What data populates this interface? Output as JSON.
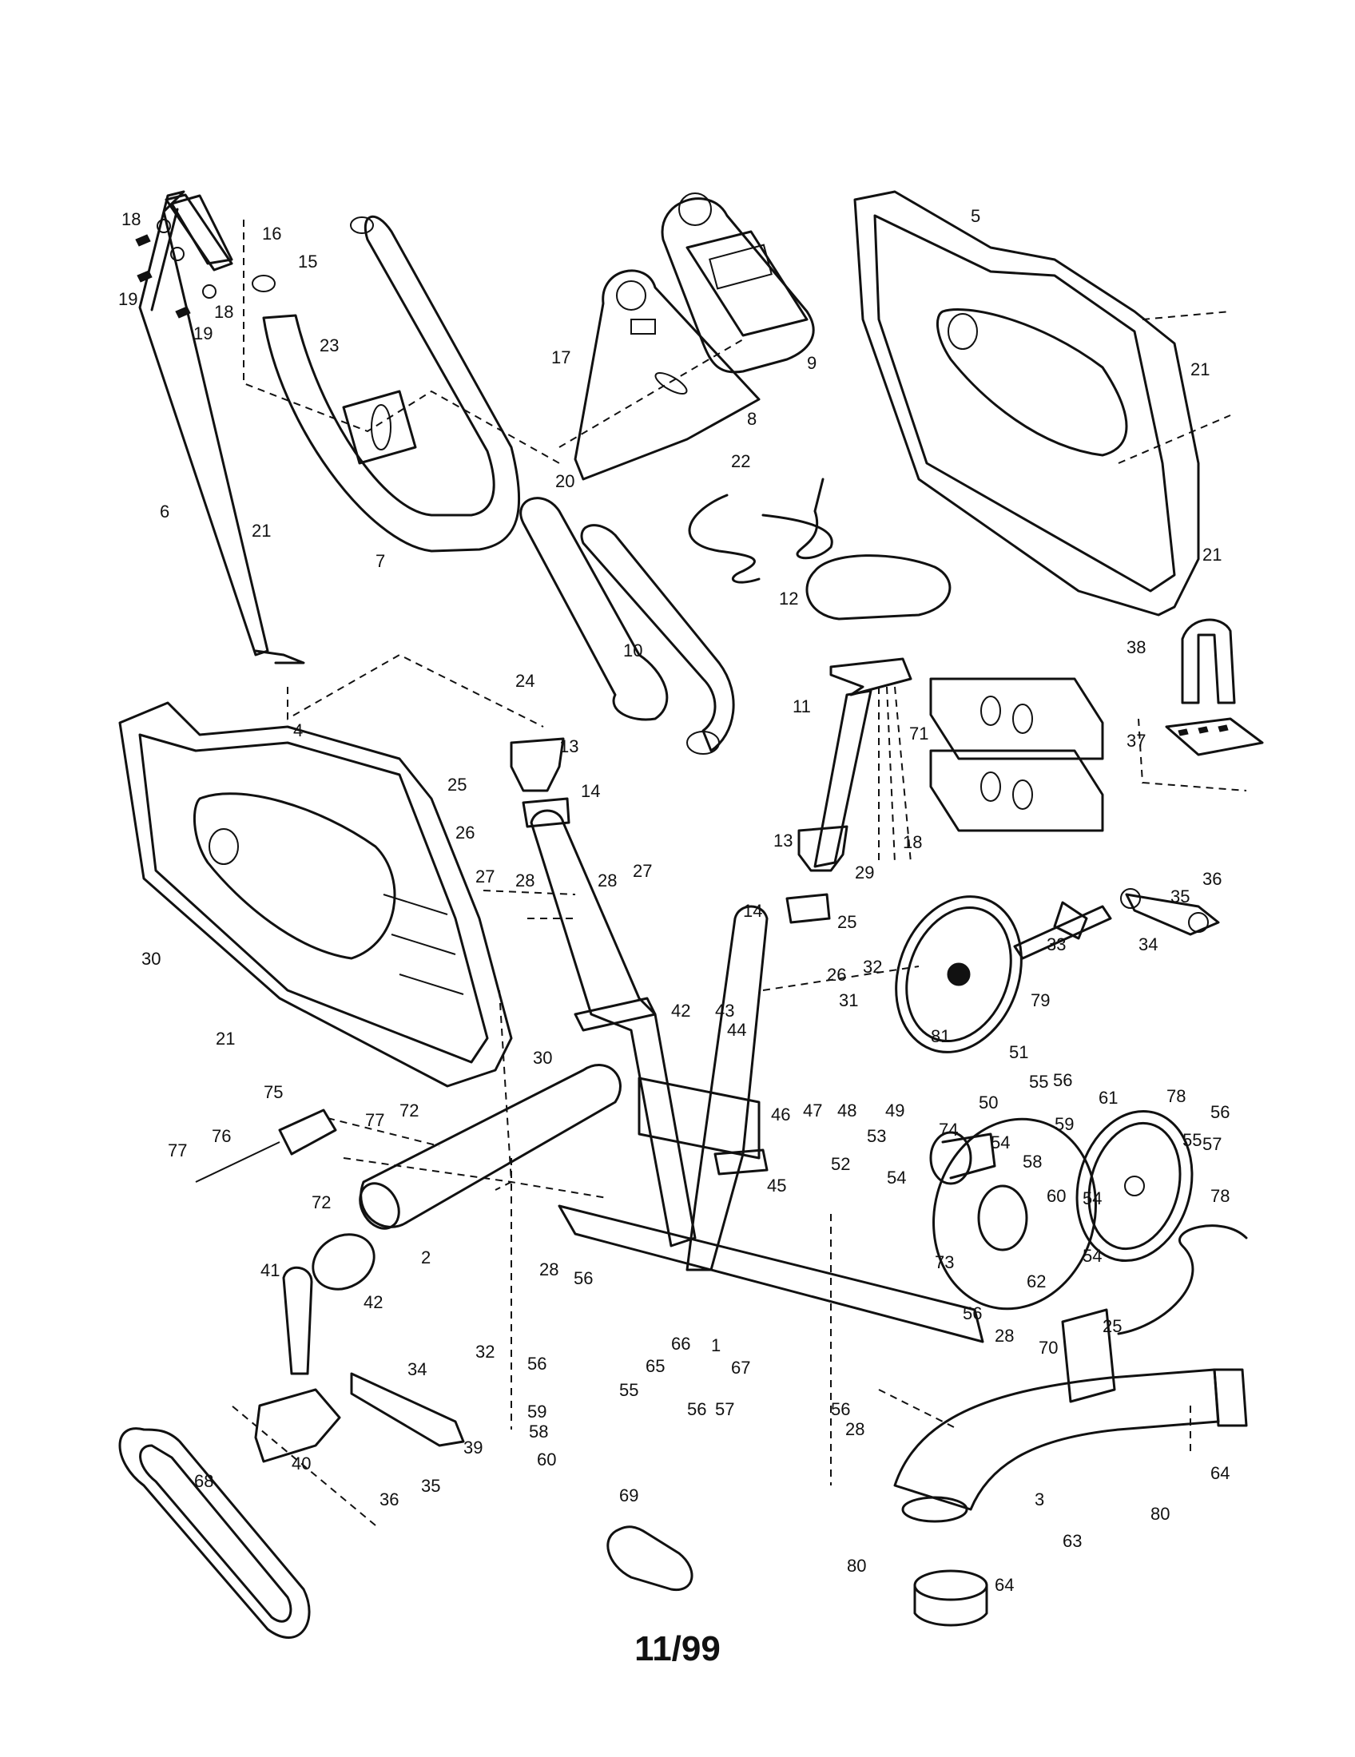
{
  "footer": {
    "date": "11/99"
  },
  "callouts": [
    {
      "id": "c18a",
      "text": "18"
    },
    {
      "id": "c16",
      "text": "16"
    },
    {
      "id": "c19a",
      "text": "19"
    },
    {
      "id": "c18b",
      "text": "18"
    },
    {
      "id": "c19b",
      "text": "19"
    },
    {
      "id": "c15",
      "text": "15"
    },
    {
      "id": "c23",
      "text": "23"
    },
    {
      "id": "c6",
      "text": "6"
    },
    {
      "id": "c21a",
      "text": "21"
    },
    {
      "id": "c7",
      "text": "7"
    },
    {
      "id": "c17",
      "text": "17"
    },
    {
      "id": "c20",
      "text": "20"
    },
    {
      "id": "c8",
      "text": "8"
    },
    {
      "id": "c9",
      "text": "9"
    },
    {
      "id": "c22",
      "text": "22"
    },
    {
      "id": "c5",
      "text": "5"
    },
    {
      "id": "c21b",
      "text": "21"
    },
    {
      "id": "c21c",
      "text": "21"
    },
    {
      "id": "c12",
      "text": "12"
    },
    {
      "id": "c10",
      "text": "10"
    },
    {
      "id": "c11",
      "text": "11"
    },
    {
      "id": "c24",
      "text": "24"
    },
    {
      "id": "c13a",
      "text": "13"
    },
    {
      "id": "c14a",
      "text": "14"
    },
    {
      "id": "c25a",
      "text": "25"
    },
    {
      "id": "c26a",
      "text": "26"
    },
    {
      "id": "c27a",
      "text": "27"
    },
    {
      "id": "c28a",
      "text": "28"
    },
    {
      "id": "c28b",
      "text": "28"
    },
    {
      "id": "c27b",
      "text": "27"
    },
    {
      "id": "c4",
      "text": "4"
    },
    {
      "id": "c30a",
      "text": "30"
    },
    {
      "id": "c21d",
      "text": "21"
    },
    {
      "id": "c30b",
      "text": "30"
    },
    {
      "id": "c38",
      "text": "38"
    },
    {
      "id": "c71",
      "text": "71"
    },
    {
      "id": "c37",
      "text": "37"
    },
    {
      "id": "c18c",
      "text": "18"
    },
    {
      "id": "c29",
      "text": "29"
    },
    {
      "id": "c13b",
      "text": "13"
    },
    {
      "id": "c14b",
      "text": "14"
    },
    {
      "id": "c25b",
      "text": "25"
    },
    {
      "id": "c26b",
      "text": "26"
    },
    {
      "id": "c36a",
      "text": "36"
    },
    {
      "id": "c35a",
      "text": "35"
    },
    {
      "id": "c34a",
      "text": "34"
    },
    {
      "id": "c33",
      "text": "33"
    },
    {
      "id": "c32a",
      "text": "32"
    },
    {
      "id": "c31",
      "text": "31"
    },
    {
      "id": "c79",
      "text": "79"
    },
    {
      "id": "c81",
      "text": "81"
    },
    {
      "id": "c42a",
      "text": "42"
    },
    {
      "id": "c43",
      "text": "43"
    },
    {
      "id": "c44",
      "text": "44"
    },
    {
      "id": "c75",
      "text": "75"
    },
    {
      "id": "c77a",
      "text": "77"
    },
    {
      "id": "c72a",
      "text": "72"
    },
    {
      "id": "c76",
      "text": "76"
    },
    {
      "id": "c77b",
      "text": "77"
    },
    {
      "id": "c72b",
      "text": "72"
    },
    {
      "id": "c46",
      "text": "46"
    },
    {
      "id": "c47",
      "text": "47"
    },
    {
      "id": "c48",
      "text": "48"
    },
    {
      "id": "c49",
      "text": "49"
    },
    {
      "id": "c51",
      "text": "51"
    },
    {
      "id": "c55a",
      "text": "55"
    },
    {
      "id": "c56a",
      "text": "56"
    },
    {
      "id": "c50",
      "text": "50"
    },
    {
      "id": "c59a",
      "text": "59"
    },
    {
      "id": "c61",
      "text": "61"
    },
    {
      "id": "c78a",
      "text": "78"
    },
    {
      "id": "c56b",
      "text": "56"
    },
    {
      "id": "c55b",
      "text": "55"
    },
    {
      "id": "c57a",
      "text": "57"
    },
    {
      "id": "c78b",
      "text": "78"
    },
    {
      "id": "c53",
      "text": "53"
    },
    {
      "id": "c74",
      "text": "74"
    },
    {
      "id": "c54a",
      "text": "54"
    },
    {
      "id": "c45",
      "text": "45"
    },
    {
      "id": "c52",
      "text": "52"
    },
    {
      "id": "c58a",
      "text": "58"
    },
    {
      "id": "c60a",
      "text": "60"
    },
    {
      "id": "c54b",
      "text": "54"
    },
    {
      "id": "c54c",
      "text": "54"
    },
    {
      "id": "c54d",
      "text": "54"
    },
    {
      "id": "c73",
      "text": "73"
    },
    {
      "id": "c62",
      "text": "62"
    },
    {
      "id": "c2",
      "text": "2"
    },
    {
      "id": "c28c",
      "text": "28"
    },
    {
      "id": "c56c",
      "text": "56"
    },
    {
      "id": "c42b",
      "text": "42"
    },
    {
      "id": "c41",
      "text": "41"
    },
    {
      "id": "c56d",
      "text": "56"
    },
    {
      "id": "c28d",
      "text": "28"
    },
    {
      "id": "c25c",
      "text": "25"
    },
    {
      "id": "c70",
      "text": "70"
    },
    {
      "id": "c1",
      "text": "1"
    },
    {
      "id": "c66",
      "text": "66"
    },
    {
      "id": "c32b",
      "text": "32"
    },
    {
      "id": "c34b",
      "text": "34"
    },
    {
      "id": "c56e",
      "text": "56"
    },
    {
      "id": "c65",
      "text": "65"
    },
    {
      "id": "c55c",
      "text": "55"
    },
    {
      "id": "c59b",
      "text": "59"
    },
    {
      "id": "c67",
      "text": "67"
    },
    {
      "id": "c58b",
      "text": "58"
    },
    {
      "id": "c56f",
      "text": "56"
    },
    {
      "id": "c57b",
      "text": "57"
    },
    {
      "id": "c60b",
      "text": "60"
    },
    {
      "id": "c56g",
      "text": "56"
    },
    {
      "id": "c28e",
      "text": "28"
    },
    {
      "id": "c39",
      "text": "39"
    },
    {
      "id": "c40",
      "text": "40"
    },
    {
      "id": "c35b",
      "text": "35"
    },
    {
      "id": "c36b",
      "text": "36"
    },
    {
      "id": "c68",
      "text": "68"
    },
    {
      "id": "c69",
      "text": "69"
    },
    {
      "id": "c64a",
      "text": "64"
    },
    {
      "id": "c3",
      "text": "3"
    },
    {
      "id": "c80a",
      "text": "80"
    },
    {
      "id": "c63",
      "text": "63"
    },
    {
      "id": "c80b",
      "text": "80"
    },
    {
      "id": "c64b",
      "text": "64"
    }
  ]
}
